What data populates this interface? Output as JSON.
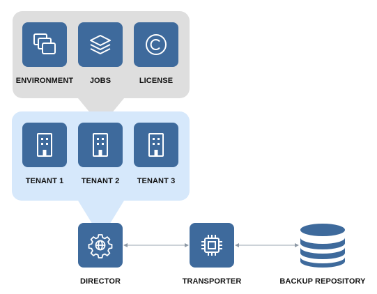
{
  "colors": {
    "tile": "#3e6a9c",
    "management_panel": "#dedede",
    "tenant_panel": "#d6e8fb",
    "connector": "#9aa6b2"
  },
  "management": {
    "items": [
      {
        "label": "ENVIRONMENT",
        "icon": "windows-stack-icon"
      },
      {
        "label": "JOBS",
        "icon": "layers-icon"
      },
      {
        "label": "LICENSE",
        "icon": "copyright-icon"
      }
    ]
  },
  "tenants": {
    "items": [
      {
        "label": "TENANT 1",
        "icon": "building-icon"
      },
      {
        "label": "TENANT 2",
        "icon": "building-icon"
      },
      {
        "label": "TENANT 3",
        "icon": "building-icon"
      }
    ]
  },
  "infrastructure": {
    "director": {
      "label": "DIRECTOR",
      "icon": "gear-globe-icon"
    },
    "transporter": {
      "label": "TRANSPORTER",
      "icon": "chip-icon"
    },
    "repository": {
      "label": "BACKUP REPOSITORY",
      "icon": "database-icon"
    }
  }
}
